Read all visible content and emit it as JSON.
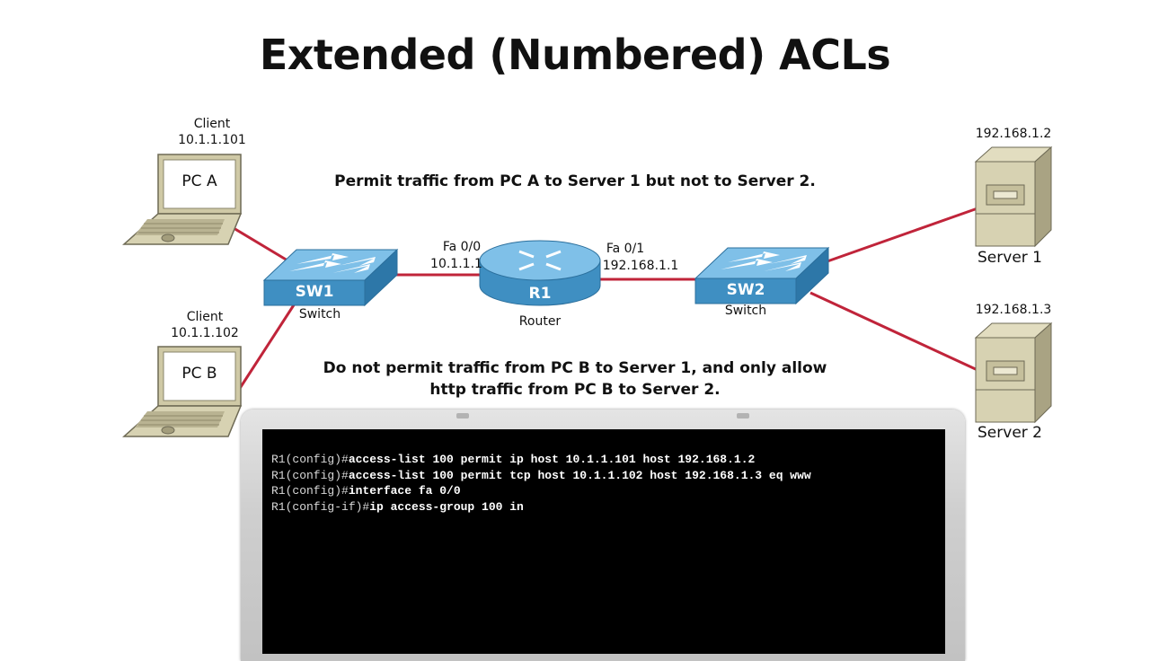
{
  "title": "Extended (Numbered) ACLs",
  "devices": {
    "pc_a": {
      "role": "Client",
      "ip": "10.1.1.101",
      "name": "PC A"
    },
    "pc_b": {
      "role": "Client",
      "ip": "10.1.1.102",
      "name": "PC B"
    },
    "sw1": {
      "name": "SW1",
      "type": "Switch"
    },
    "r1": {
      "name": "R1",
      "type": "Router",
      "if0": {
        "name": "Fa 0/0",
        "ip": "10.1.1.1"
      },
      "if1": {
        "name": "Fa 0/1",
        "ip": "192.168.1.1"
      }
    },
    "sw2": {
      "name": "SW2",
      "type": "Switch"
    },
    "server1": {
      "ip": "192.168.1.2",
      "name": "Server 1"
    },
    "server2": {
      "ip": "192.168.1.3",
      "name": "Server 2"
    }
  },
  "notes": {
    "top": "Permit traffic from PC A to Server 1 but not to Server 2.",
    "bottom_line1": "Do not permit traffic from PC B to Server 1, and only allow",
    "bottom_line2": "http traffic from PC B to Server 2."
  },
  "terminal": {
    "lines": [
      {
        "prompt": "R1(config)#",
        "cmd": "access-list 100 permit ip host 10.1.1.101 host 192.168.1.2"
      },
      {
        "prompt": "R1(config)#",
        "cmd": "access-list 100 permit tcp host 10.1.1.102 host 192.168.1.3 eq www"
      },
      {
        "prompt": "R1(config)#",
        "cmd": "interface fa 0/0"
      },
      {
        "prompt": "R1(config-if)#",
        "cmd": "ip access-group 100 in"
      }
    ]
  },
  "colors": {
    "link": "#c0243a",
    "device_blue": "#3f8fc2",
    "device_beige": "#d7d2b2"
  }
}
